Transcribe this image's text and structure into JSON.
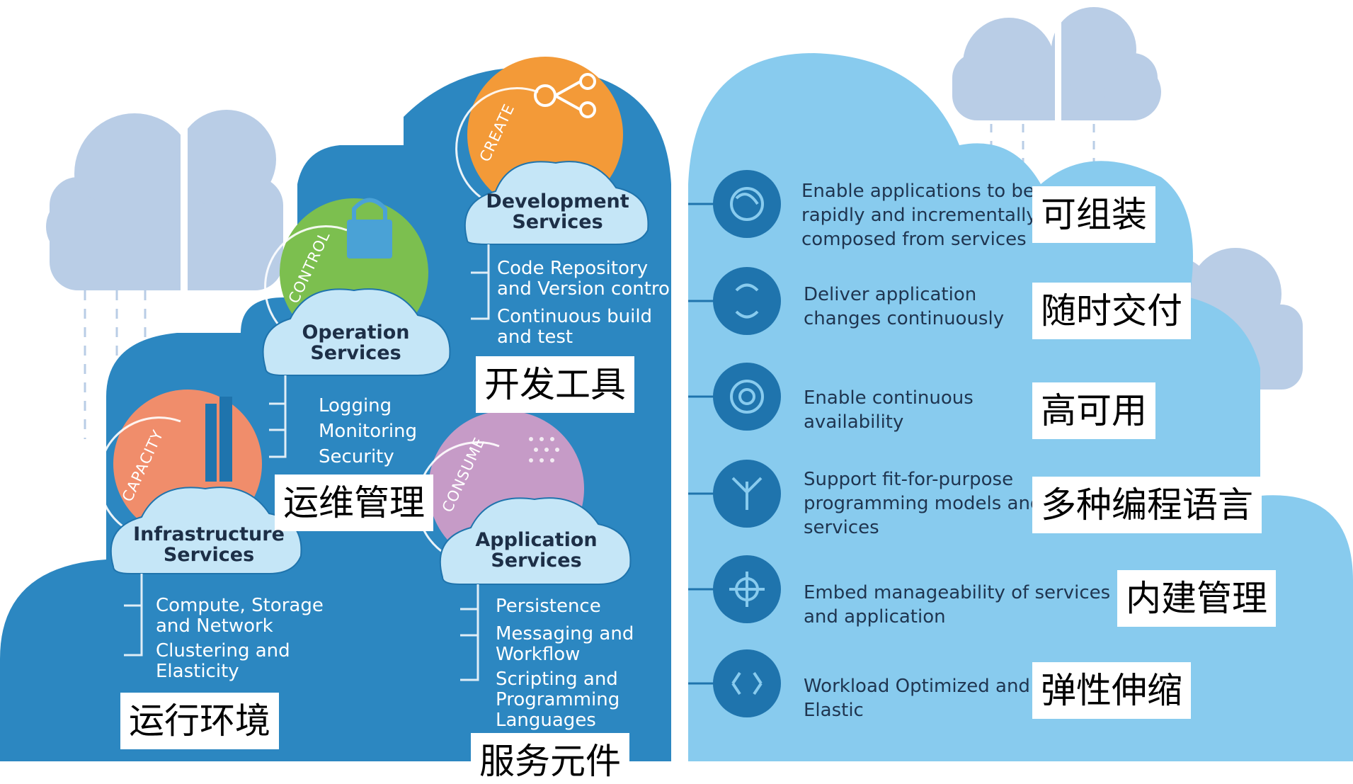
{
  "panels": {
    "development": {
      "arc": "CREATE",
      "title": "Development\nServices",
      "items": [
        "Code Repository\nand Version control",
        "Continuous build\nand test"
      ],
      "cn_label": "开发工具"
    },
    "operation": {
      "arc": "CONTROL",
      "title": "Operation\nServices",
      "items": [
        "Logging",
        "Monitoring",
        "Security"
      ],
      "cn_label": "运维管理"
    },
    "infrastructure": {
      "arc": "CAPACITY",
      "title": "Infrastructure\nServices",
      "items": [
        "Compute, Storage\nand Network",
        "Clustering and\nElasticity"
      ],
      "cn_label": "运行环境"
    },
    "application": {
      "arc": "CONSUME",
      "title": "Application\nServices",
      "items": [
        "Persistence",
        "Messaging and\nWorkflow",
        "Scripting and\nProgramming\nLanguages"
      ],
      "cn_label": "服务元件"
    }
  },
  "features": [
    {
      "text": "Enable applications to be\nrapidly and incrementally\ncomposed from services",
      "cn": "可组装",
      "icon": "swirl-icon"
    },
    {
      "text": "Deliver application\nchanges continuously",
      "cn": "随时交付",
      "icon": "cycle-arrows-icon"
    },
    {
      "text": "Enable continuous\navailability",
      "cn": "高可用",
      "icon": "broadcast-icon"
    },
    {
      "text": "Support fit-for-purpose\nprogramming models and\nservices",
      "cn": "多种编程语言",
      "icon": "branching-arrows-icon"
    },
    {
      "text": "Embed manageability of services\nand application",
      "cn": "内建管理",
      "icon": "snowflake-icon"
    },
    {
      "text": "Workload Optimized and\nElastic",
      "cn": "弹性伸缩",
      "icon": "expand-arrows-icon"
    }
  ],
  "colors": {
    "dark_blue": "#2c87c1",
    "mid_blue": "#1f74ad",
    "light_blue": "#88cbee",
    "pale_cloud": "#b8cde6",
    "orange": "#f39a38",
    "green": "#7cbf4f",
    "salmon": "#f08d6b",
    "purple": "#c69bc7"
  }
}
